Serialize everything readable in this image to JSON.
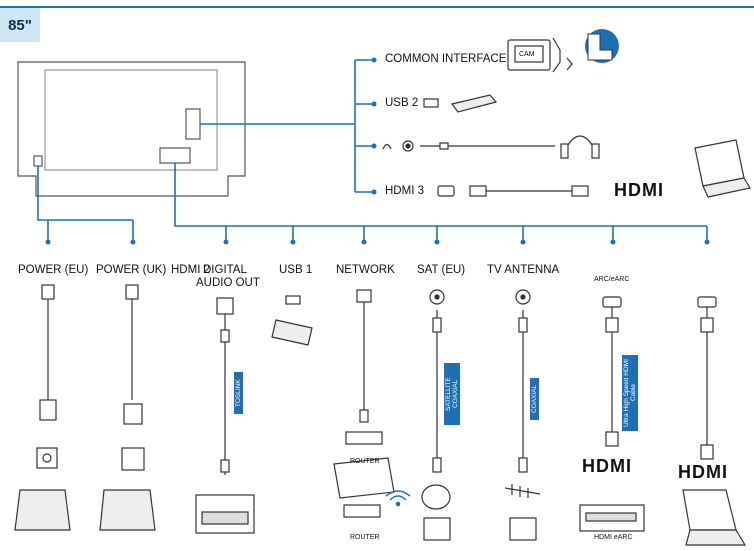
{
  "badge": "85\"",
  "right_ports": [
    {
      "key": "ci",
      "label": "COMMON INTERFACE",
      "cam": "CAM"
    },
    {
      "key": "usb2",
      "label": "USB 2"
    },
    {
      "key": "audio",
      "label": ""
    },
    {
      "key": "hdmi3",
      "label": "HDMI 3"
    }
  ],
  "bottom_ports": {
    "power_eu": "POWER (EU)",
    "power_uk": "POWER (UK)",
    "hdmi2": "HDMI 2",
    "digital_audio": "DIGITAL",
    "digital_audio2": "AUDIO OUT",
    "usb1": "USB 1",
    "network": "NETWORK",
    "sat": "SAT (EU)",
    "antenna": "TV ANTENNA",
    "arc": "ARC/eARC"
  },
  "tags": {
    "toslink": "TOSLINK",
    "sat_coaxial": "SATELLITE COAXIAL",
    "coaxial": "COAXIAL",
    "ultra_hdmi": "Ultra High Speed HDMI Cable"
  },
  "captions": {
    "router1": "ROUTER",
    "router2": "ROUTER",
    "hdmi_earc": "HDMI eARC"
  },
  "logos": {
    "hdmi": "HDMI"
  },
  "colors": {
    "accent": "#1f6fb4",
    "badge_bg": "#cfe6f6"
  }
}
